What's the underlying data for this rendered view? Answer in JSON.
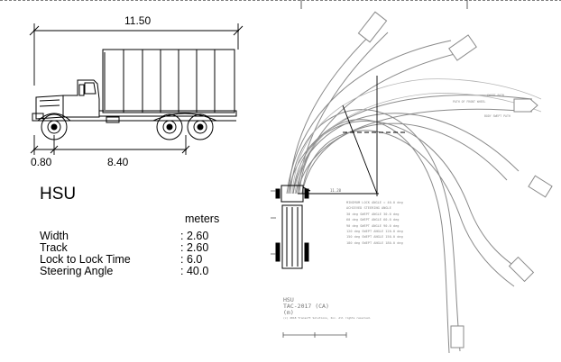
{
  "vehicle": {
    "name": "HSU",
    "overall_length": "11.50",
    "front_overhang": "0.80",
    "wheelbase": "8.40",
    "units": "meters",
    "specs": [
      {
        "label": "Width",
        "value": ": 2.60"
      },
      {
        "label": "Track",
        "value": ": 2.60"
      },
      {
        "label": "Lock to Lock Time",
        "value": ": 6.0"
      },
      {
        "label": "Steering Angle",
        "value": ": 40.0"
      }
    ]
  },
  "turn_diagram": {
    "turning_notes": [
      "MINIMUM LOCK ANGLE = 40.0 deg",
      "ACHIEVED STEERING ANGLE",
      "30 deg SWEPT ANGLE 30.0 deg",
      "60 deg SWEPT ANGLE 60.0 deg",
      "90 deg SWEPT ANGLE 90.0 deg",
      "120 deg SWEPT ANGLE 120.0 deg",
      "150 deg SWEPT ANGLE 150.0 deg",
      "180 deg SWEPT ANGLE 180.0 deg"
    ],
    "callouts": {
      "swept_path": "SWEPT PATH",
      "path_front_wheel": "PATH OF FRONT WHEEL",
      "body_swept": "BODY SWEPT PATH",
      "radius": "11.20"
    },
    "stamp": {
      "vehicle": "HSU",
      "standard": "TAC-2017 (CA)",
      "units": "(m)",
      "copyright": "(c) 2018 Transoft Solutions, Inc. All rights reserved."
    }
  },
  "colors": {
    "ink": "#000000",
    "path": "#8a8a8a",
    "faint": "#b5b5b5"
  }
}
